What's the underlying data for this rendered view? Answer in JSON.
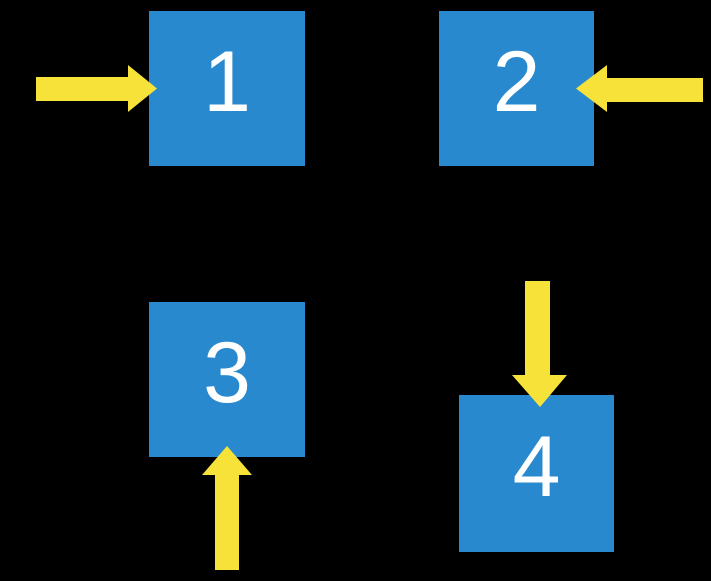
{
  "canvas": {
    "background_color": "#000000"
  },
  "colors": {
    "square_fill": "#2989CE",
    "arrow_fill": "#F7E23A",
    "label_color": "#FFFFFF"
  },
  "squares": [
    {
      "label": "1",
      "arrow_direction": "pointing-right-into-left-side"
    },
    {
      "label": "2",
      "arrow_direction": "pointing-left-into-right-side"
    },
    {
      "label": "3",
      "arrow_direction": "pointing-up-into-bottom-side"
    },
    {
      "label": "4",
      "arrow_direction": "pointing-down-into-top-side"
    }
  ]
}
